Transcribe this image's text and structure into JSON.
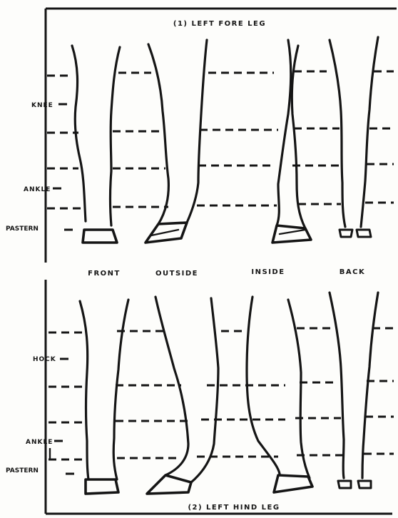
{
  "diagram": {
    "fore_title": "(1) LEFT FORE LEG",
    "hind_title": "(2) LEFT HIND LEG",
    "views": {
      "front": "FRONT",
      "outside": "OUTSIDE",
      "inside": "INSIDE",
      "back": "BACK"
    },
    "fore_markers": {
      "knee": "KNEE",
      "ankle": "ANKLE",
      "pastern": "PASTERN"
    },
    "hind_markers": {
      "hock": "HOCK",
      "ankle": "ANKLE",
      "pastern": "PASTERN"
    }
  }
}
